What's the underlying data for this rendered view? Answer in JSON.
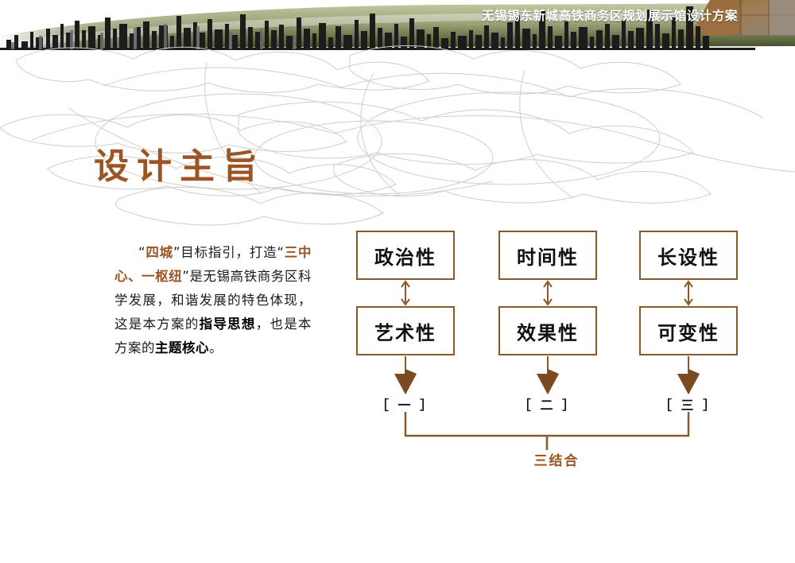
{
  "header": {
    "title": "无锡锡东新城高铁商务区规划展示馆设计方案",
    "band_color_light": "#b9bf96",
    "band_color_dark": "#4b5233",
    "skyline_color": "#1a1a1a"
  },
  "section": {
    "title": "设计主旨",
    "title_color": "#9c5522"
  },
  "paragraph": {
    "seg_1_quote_open": "“",
    "seg_1_highlight": "四城",
    "seg_1_quote_close": "”",
    "seg_2": "目标指引，打造",
    "seg_3_quote_open": "“",
    "seg_3_highlight": "三中心、一枢纽",
    "seg_3_quote_close": "”",
    "seg_4": "是无锡高铁商务区科学发展，和谐发展的特色体现，这是本方案的",
    "seg_5_strong": "指导思想",
    "seg_6": "，也是本方案的",
    "seg_7_strong": "主题核心",
    "seg_8": "。"
  },
  "diagram": {
    "border_color": "#8b5a2b",
    "arrow_color": "#8b5a2b",
    "columns": [
      {
        "top_label": "政治性",
        "bottom_label": "艺术性",
        "index_label": "［ 一 ］"
      },
      {
        "top_label": "时间性",
        "bottom_label": "效果性",
        "index_label": "［ 二 ］"
      },
      {
        "top_label": "长设性",
        "bottom_label": "可变性",
        "index_label": "［ 三 ］"
      }
    ],
    "combine_label": "三结合",
    "combine_label_color": "#9c5522"
  }
}
